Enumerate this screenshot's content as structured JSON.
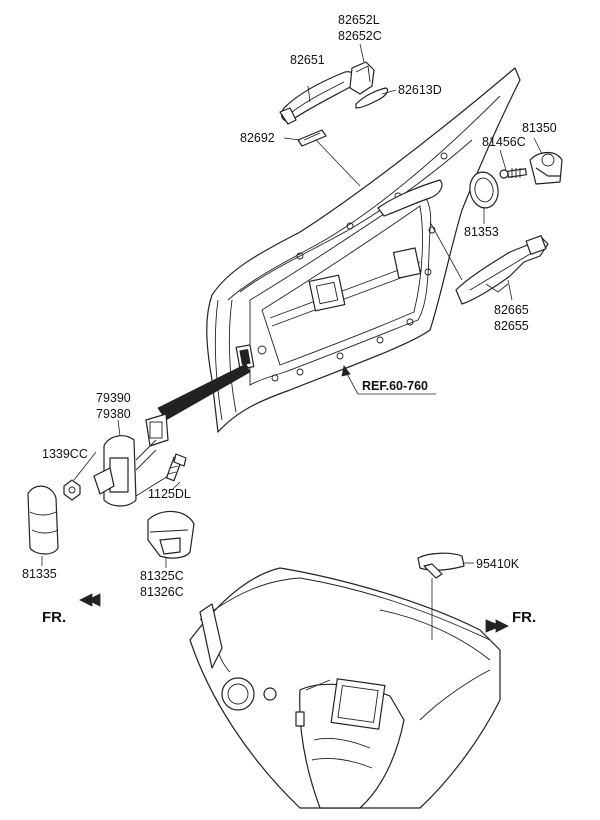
{
  "labels": {
    "p82652L": "82652L",
    "p82652C": "82652C",
    "p82651": "82651",
    "p82613D": "82613D",
    "p82692": "82692",
    "p81350": "81350",
    "p81456C": "81456C",
    "p81353": "81353",
    "p82665": "82665",
    "p82655": "82655",
    "ref": "REF.60-760",
    "p79390": "79390",
    "p79380": "79380",
    "p1339CC": "1339CC",
    "p1125DL": "1125DL",
    "p81335": "81335",
    "p81325C": "81325C",
    "p81326C": "81326C",
    "p95410K": "95410K",
    "fr_left": "FR.",
    "fr_right": "FR."
  },
  "colors": {
    "line": "#222222",
    "fill": "#ffffff"
  }
}
